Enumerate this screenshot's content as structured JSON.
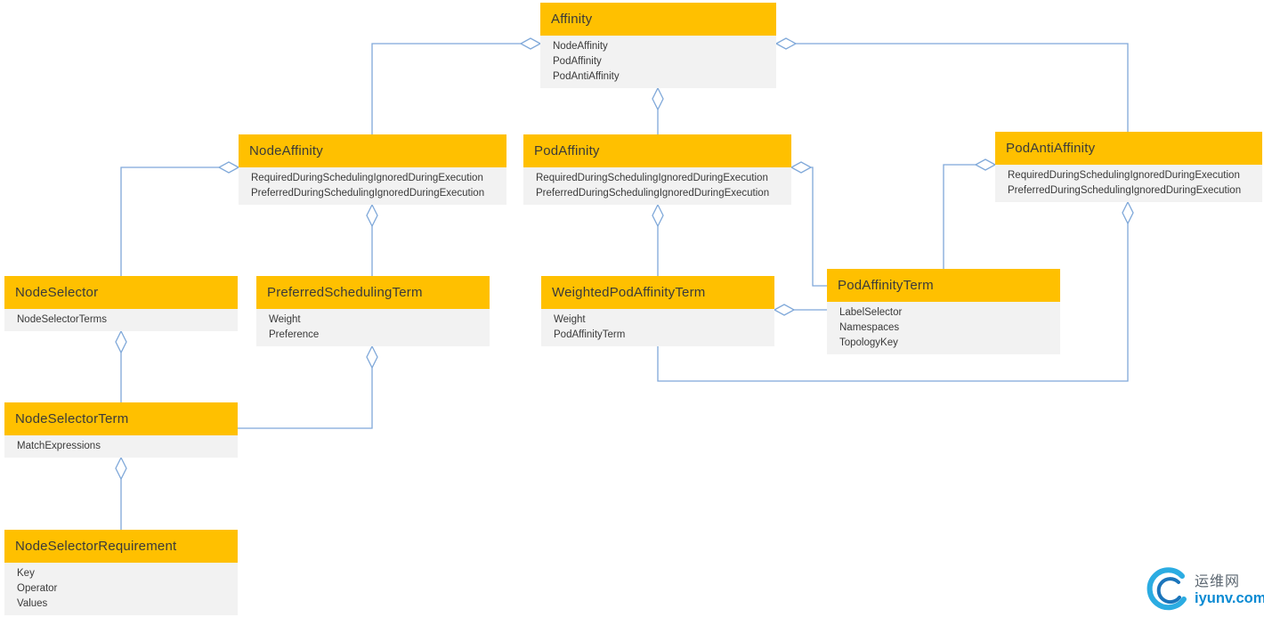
{
  "diagram": {
    "classes": [
      {
        "id": "affinity",
        "name": "Affinity",
        "fields": [
          "NodeAffinity",
          "PodAffinity",
          "PodAntiAffinity"
        ]
      },
      {
        "id": "node-affinity",
        "name": "NodeAffinity",
        "fields": [
          "RequiredDuringSchedulingIgnoredDuringExecution",
          "PreferredDuringSchedulingIgnoredDuringExecution"
        ]
      },
      {
        "id": "pod-affinity",
        "name": "PodAffinity",
        "fields": [
          "RequiredDuringSchedulingIgnoredDuringExecution",
          "PreferredDuringSchedulingIgnoredDuringExecution"
        ]
      },
      {
        "id": "pod-anti-affinity",
        "name": "PodAntiAffinity",
        "fields": [
          "RequiredDuringSchedulingIgnoredDuringExecution",
          "PreferredDuringSchedulingIgnoredDuringExecution"
        ]
      },
      {
        "id": "node-selector",
        "name": "NodeSelector",
        "fields": [
          "NodeSelectorTerms"
        ]
      },
      {
        "id": "preferred-scheduling-term",
        "name": "PreferredSchedulingTerm",
        "fields": [
          "Weight",
          "Preference"
        ]
      },
      {
        "id": "weighted-pod-affinity-term",
        "name": "WeightedPodAffinityTerm",
        "fields": [
          "Weight",
          "PodAffinityTerm"
        ]
      },
      {
        "id": "pod-affinity-term",
        "name": "PodAffinityTerm",
        "fields": [
          "LabelSelector",
          "Namespaces",
          "TopologyKey"
        ]
      },
      {
        "id": "node-selector-term",
        "name": "NodeSelectorTerm",
        "fields": [
          "MatchExpressions"
        ]
      },
      {
        "id": "node-selector-requirement",
        "name": "NodeSelectorRequirement",
        "fields": [
          "Key",
          "Operator",
          "Values"
        ]
      }
    ],
    "relations": [
      {
        "from": "Affinity",
        "to": "NodeAffinity",
        "type": "aggregation"
      },
      {
        "from": "Affinity",
        "to": "PodAffinity",
        "type": "aggregation"
      },
      {
        "from": "Affinity",
        "to": "PodAntiAffinity",
        "type": "aggregation"
      },
      {
        "from": "NodeAffinity",
        "to": "NodeSelector",
        "type": "aggregation"
      },
      {
        "from": "NodeAffinity",
        "to": "PreferredSchedulingTerm",
        "type": "aggregation"
      },
      {
        "from": "PodAffinity",
        "to": "WeightedPodAffinityTerm",
        "type": "aggregation"
      },
      {
        "from": "PodAffinity",
        "to": "PodAffinityTerm",
        "type": "aggregation"
      },
      {
        "from": "PodAntiAffinity",
        "to": "PodAffinityTerm",
        "type": "aggregation"
      },
      {
        "from": "PodAntiAffinity",
        "to": "WeightedPodAffinityTerm",
        "type": "aggregation"
      },
      {
        "from": "WeightedPodAffinityTerm",
        "to": "PodAffinityTerm",
        "type": "aggregation"
      },
      {
        "from": "NodeSelector",
        "to": "NodeSelectorTerm",
        "type": "aggregation"
      },
      {
        "from": "PreferredSchedulingTerm",
        "to": "NodeSelectorTerm",
        "type": "aggregation"
      },
      {
        "from": "NodeSelectorTerm",
        "to": "NodeSelectorRequirement",
        "type": "aggregation"
      }
    ],
    "colors": {
      "header_fill": "#FFC000",
      "body_fill": "#F2F2F2",
      "connector": "#7FA8D9",
      "text": "#3A3A3A"
    }
  },
  "watermark": {
    "site_name": "运维网",
    "site_url": "iyunv.com",
    "url_color": "#0B8BD3"
  }
}
